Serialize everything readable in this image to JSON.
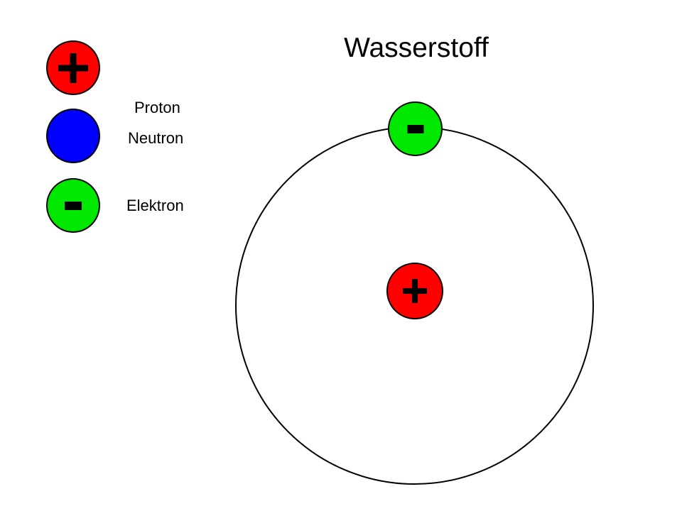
{
  "diagram": {
    "title": "Wasserstoff",
    "type": "bohr-atom-model",
    "element_name": "Wasserstoff",
    "background_color": "#ffffff",
    "stroke_color": "#000000"
  },
  "legend": {
    "items": [
      {
        "key": "proton",
        "label": "Proton",
        "color": "#ff0000",
        "charge_symbol": "+",
        "icon_name": "proton-circle-icon"
      },
      {
        "key": "neutron",
        "label": "Neutron",
        "color": "#0000ff",
        "charge_symbol": "",
        "icon_name": "neutron-circle-icon"
      },
      {
        "key": "elektron",
        "label": "Elektron",
        "color": "#00e800",
        "charge_symbol": "-",
        "icon_name": "electron-circle-icon"
      }
    ]
  },
  "atom": {
    "shell_count": 1,
    "nucleus": {
      "protons": 1,
      "neutrons": 0,
      "color": "#ff0000",
      "charge_symbol": "+"
    },
    "shell_electrons": [
      {
        "shell": 1,
        "color": "#00e800",
        "charge_symbol": "-"
      }
    ]
  }
}
